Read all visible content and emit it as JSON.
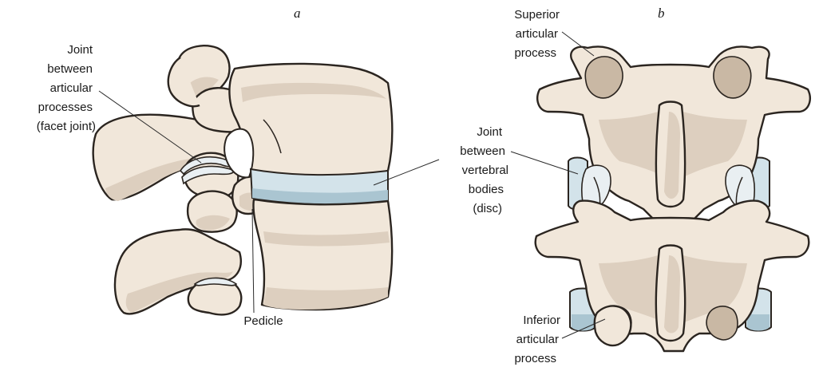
{
  "panels": {
    "a": {
      "letter": "a",
      "labels": {
        "joint_articular": [
          "Joint",
          "between",
          "articular",
          "processes",
          "(facet joint)"
        ],
        "pedicle": "Pedicle"
      }
    },
    "b": {
      "letter": "b",
      "labels": {
        "superior": [
          "Superior",
          "articular",
          "process"
        ],
        "joint_bodies": [
          "Joint",
          "between",
          "vertebral",
          "bodies",
          "(disc)"
        ],
        "inferior": [
          "Inferior",
          "articular",
          "process"
        ]
      }
    }
  },
  "colors": {
    "bone": "#f1e7da",
    "bone_shade": "#ddcfbf",
    "disc": "#d3e3ea",
    "outline": "#2b2520"
  }
}
